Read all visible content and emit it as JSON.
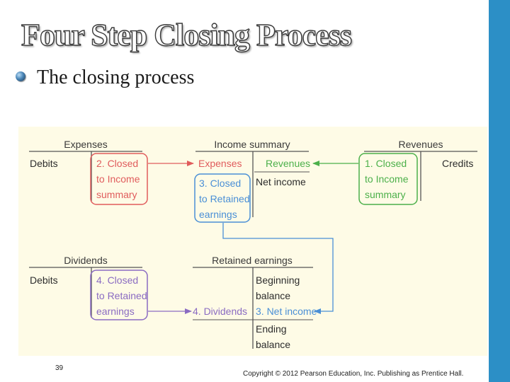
{
  "slide": {
    "title": "Four Step Closing Process",
    "bullet": "The closing process",
    "slide_number": "39",
    "copyright": "Copyright © 2012 Pearson Education, Inc. Publishing as Prentice Hall."
  },
  "diagram": {
    "colors": {
      "step1": "#4cb04a",
      "step2": "#e05c5c",
      "step3": "#4a8fd6",
      "step4": "#8a6bc2",
      "panel": "#fefbe6",
      "accent_bar": "#2c8fc6"
    },
    "expenses": {
      "title": "Expenses",
      "debits": "Debits",
      "closed": [
        "2. Closed",
        "to Income",
        "summary"
      ]
    },
    "income_summary": {
      "title": "Income summary",
      "expenses": "Expenses",
      "revenues": "Revenues",
      "net_income": "Net income",
      "closed": [
        "3. Closed",
        "to Retained",
        "earnings"
      ]
    },
    "revenues": {
      "title": "Revenues",
      "credits": "Credits",
      "closed": [
        "1. Closed",
        "to Income",
        "summary"
      ]
    },
    "dividends": {
      "title": "Dividends",
      "debits": "Debits",
      "closed": [
        "4. Closed",
        "to Retained",
        "earnings"
      ]
    },
    "retained_earnings": {
      "title": "Retained earnings",
      "beginning": [
        "Beginning",
        "balance"
      ],
      "dividends": "4. Dividends",
      "net_income": "3. Net income",
      "ending": [
        "Ending",
        "balance"
      ]
    }
  }
}
